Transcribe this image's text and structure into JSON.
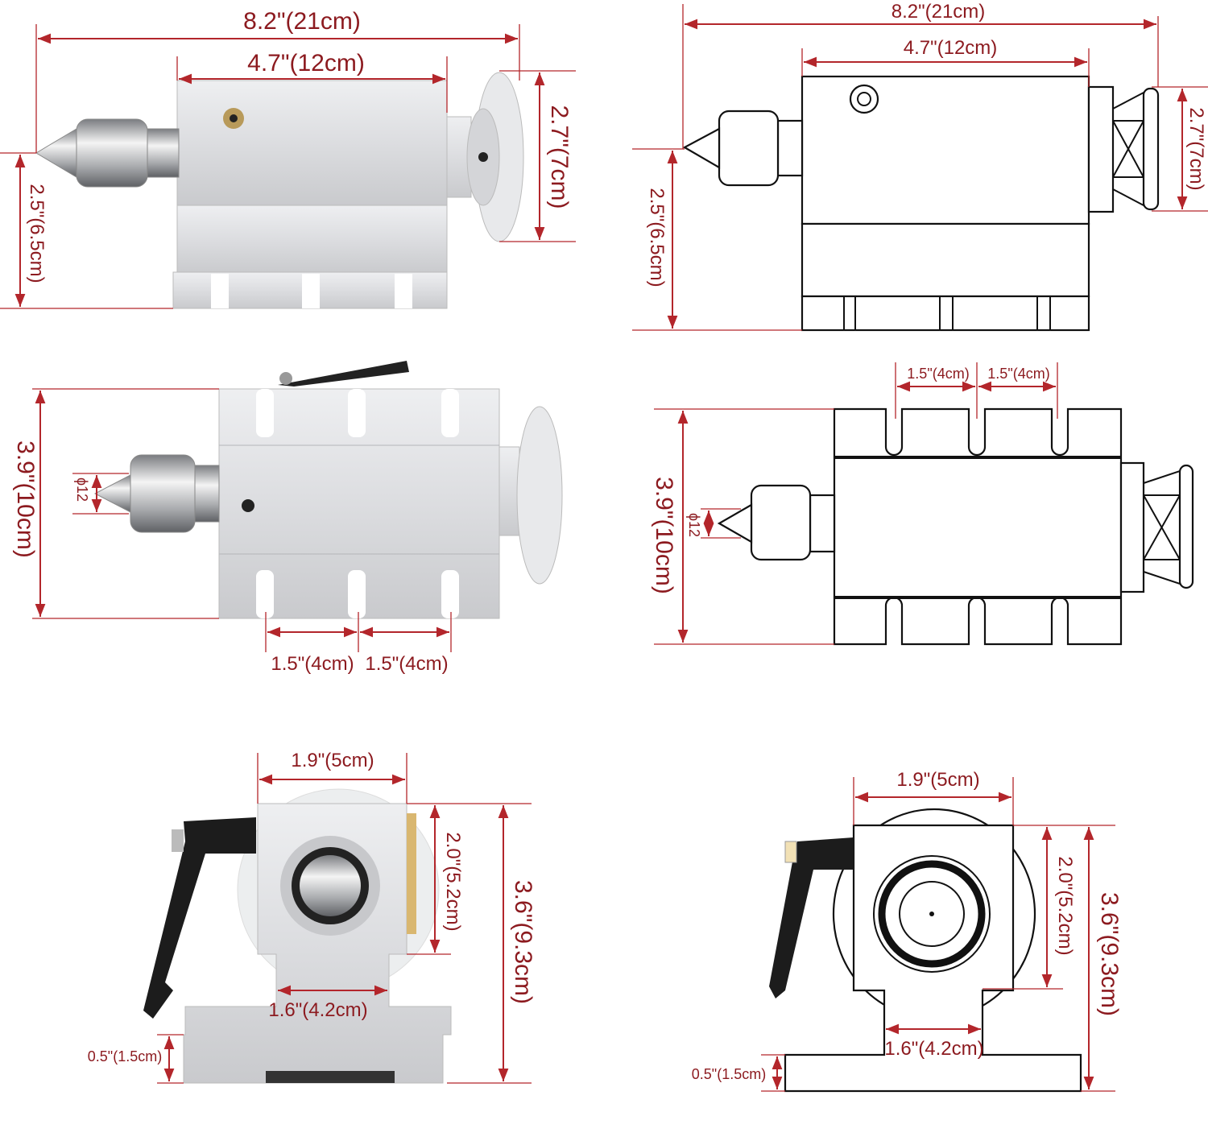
{
  "colors": {
    "dimension": "#b3262b",
    "label": "#8c1a1f",
    "outline": "#111111",
    "aluminum": "#dcdde0"
  },
  "side_photo": {
    "overall_length": "8.2\"(21cm)",
    "body_length": "4.7\"(12cm)",
    "handwheel_height": "2.7\"(7cm)",
    "center_height": "2.5\"(6.5cm)"
  },
  "side_drawing": {
    "overall_length": "8.2\"(21cm)",
    "body_length": "4.7\"(12cm)",
    "handwheel_height": "2.7\"(7cm)",
    "center_height": "2.5\"(6.5cm)"
  },
  "top_photo": {
    "width": "3.9\"(10cm)",
    "tip_diameter": "ϕ12",
    "slot_spacing_1": "1.5\"(4cm)",
    "slot_spacing_2": "1.5\"(4cm)"
  },
  "top_drawing": {
    "width": "3.9\"(10cm)",
    "tip_diameter": "ϕ12",
    "slot_spacing_1": "1.5\"(4cm)",
    "slot_spacing_2": "1.5\"(4cm)"
  },
  "end_photo": {
    "body_width": "1.9\"(5cm)",
    "upper_height": "2.0\"(5.2cm)",
    "total_height": "3.6\"(9.3cm)",
    "neck_width": "1.6\"(4.2cm)",
    "base_height": "0.5\"(1.5cm)"
  },
  "end_drawing": {
    "body_width": "1.9\"(5cm)",
    "upper_height": "2.0\"(5.2cm)",
    "total_height": "3.6\"(9.3cm)",
    "neck_width": "1.6\"(4.2cm)",
    "base_height": "0.5\"(1.5cm)"
  }
}
